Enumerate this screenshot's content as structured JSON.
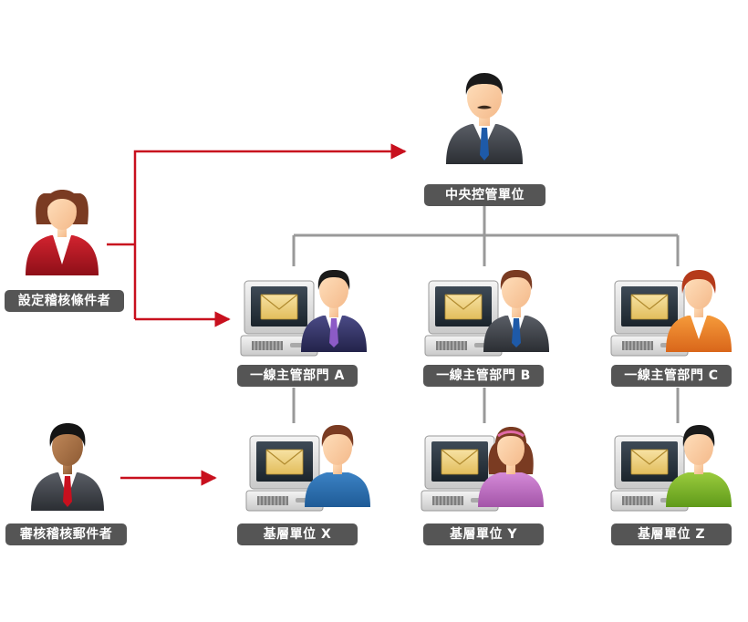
{
  "colors": {
    "label_bg": "#555555",
    "connector_gray": "#999999",
    "arrow_red": "#c8101e"
  },
  "nodes": {
    "central": {
      "label": "中央控管單位"
    },
    "setter": {
      "label": "設定稽核條件者"
    },
    "reviewer": {
      "label": "審核稽核郵件者"
    },
    "dept_a": {
      "label": "一線主管部門 A"
    },
    "dept_b": {
      "label": "一線主管部門 B"
    },
    "dept_c": {
      "label": "一線主管部門 C"
    },
    "unit_x": {
      "label": "基層單位 X"
    },
    "unit_y": {
      "label": "基層單位 Y"
    },
    "unit_z": {
      "label": "基層單位 Z"
    }
  },
  "icons": {
    "central": "manager-person-icon",
    "setter": "female-person-icon",
    "reviewer": "male-person-icon",
    "workstation": "computer-mail-icon"
  }
}
